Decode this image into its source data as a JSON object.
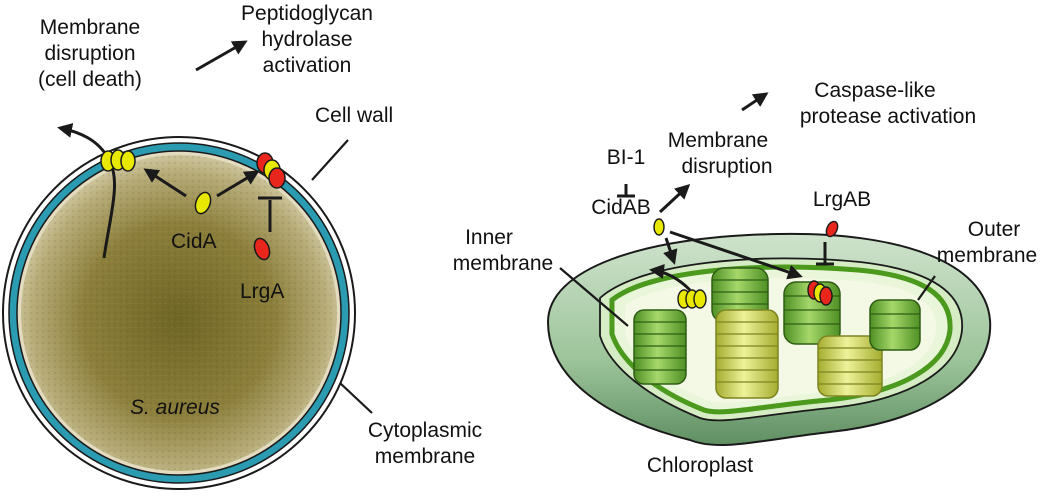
{
  "left_panel": {
    "membrane_disruption": [
      "Membrane",
      "disruption",
      "(cell death)"
    ],
    "peptidoglycan": [
      "Peptidoglycan",
      "hydrolase",
      "activation"
    ],
    "cell_wall": "Cell wall",
    "cida": "CidA",
    "lrga": "LrgA",
    "organism": "S. aureus",
    "cytoplasmic_membrane": [
      "Cytoplasmic",
      "membrane"
    ]
  },
  "right_panel": {
    "caspase": [
      "Caspase-like",
      "protease activation"
    ],
    "membrane_disruption": [
      "Membrane",
      "disruption"
    ],
    "bi1": "BI-1",
    "cidab": "CidAB",
    "lrgab": "LrgAB",
    "inner_membrane": [
      "Inner",
      "membrane"
    ],
    "outer_membrane": [
      "Outer",
      "membrane"
    ],
    "organelle": "Chloroplast"
  },
  "colors": {
    "cell_wall": "#2a9bb0",
    "cytoplasm": "#8a7d3e",
    "protein_yellow": "#e8e800",
    "protein_red": "#e8261c",
    "chloroplast_outer": "#b6d4b4",
    "chloroplast_inner": "#7ec845",
    "thylakoid_green": "#7bbf3a",
    "thylakoid_yellow": "#d8e46a"
  }
}
